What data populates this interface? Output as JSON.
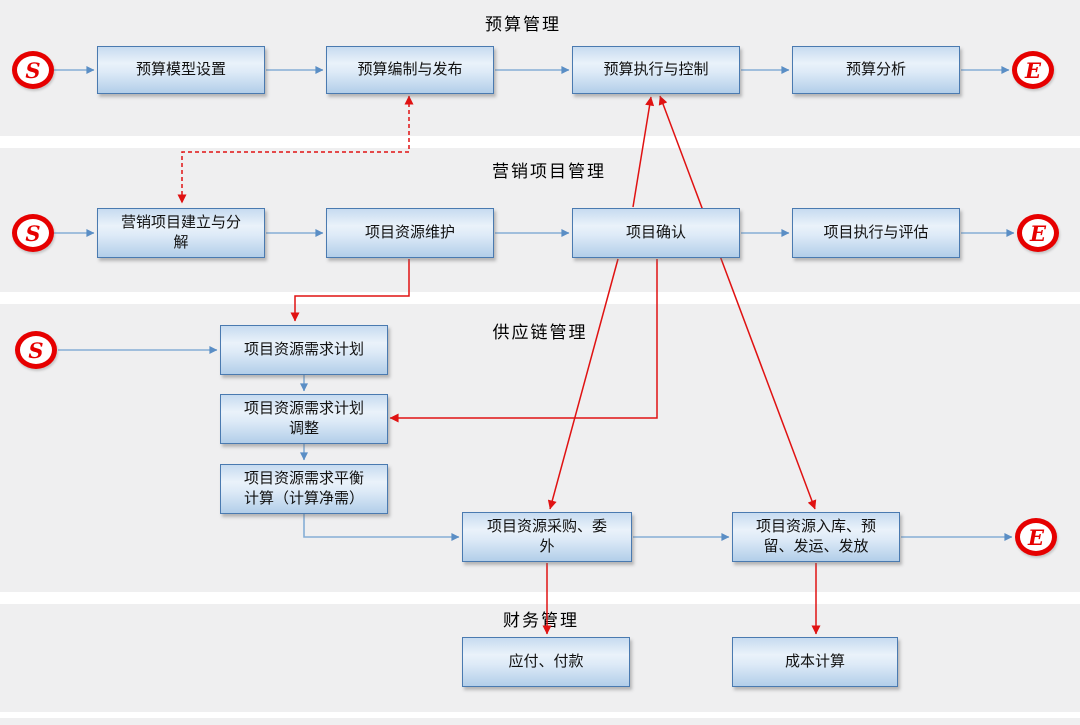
{
  "lanes": [
    {
      "id": "lane-1",
      "title": "预算管理"
    },
    {
      "id": "lane-2",
      "title": "营销项目管理"
    },
    {
      "id": "lane-3",
      "title": "供应链管理"
    },
    {
      "id": "lane-4",
      "title": "财务管理"
    }
  ],
  "terminals": {
    "start_label": "S",
    "end_label": "E"
  },
  "colors": {
    "lane_gray": "#efeff0",
    "flow_blue_line": "#85aed6",
    "flow_blue_arrow": "#5a8ec5",
    "link_red": "#e01212",
    "terminal_red": "#e60000",
    "node_border": "#4a7ab0",
    "node_fill_top": "#c7dbf0",
    "node_fill_bottom": "#b2cee9"
  },
  "diagram": {
    "nodes": {
      "budget_model": {
        "label": "预算模型设置",
        "lane": "预算管理"
      },
      "budget_compile": {
        "label": "预算编制与发布",
        "lane": "预算管理"
      },
      "budget_exec": {
        "label": "预算执行与控制",
        "lane": "预算管理"
      },
      "budget_analysis": {
        "label": "预算分析",
        "lane": "预算管理"
      },
      "mkt_project_create": {
        "label": "营销项目建立与分解",
        "lane": "营销项目管理"
      },
      "project_resource_maint": {
        "label": "项目资源维护",
        "lane": "营销项目管理"
      },
      "project_confirm": {
        "label": "项目确认",
        "lane": "营销项目管理"
      },
      "project_exec_eval": {
        "label": "项目执行与评估",
        "lane": "营销项目管理"
      },
      "res_demand_plan": {
        "label": "项目资源需求计划",
        "lane": "供应链管理"
      },
      "res_demand_adjust": {
        "label": "项目资源需求计划调整",
        "lane": "供应链管理"
      },
      "res_balance_calc": {
        "label": "项目资源需求平衡计算（计算净需）",
        "lane": "供应链管理"
      },
      "res_purchase": {
        "label": "项目资源采购、委外",
        "lane": "供应链管理"
      },
      "res_inbound": {
        "label": "项目资源入库、预留、发运、发放",
        "lane": "供应链管理"
      },
      "payable": {
        "label": "应付、付款",
        "lane": "财务管理"
      },
      "cost_calc": {
        "label": "成本计算",
        "lane": "财务管理"
      }
    },
    "edges": [
      {
        "id": "b1",
        "from": "start-1",
        "to": "budget_model",
        "color": "blue"
      },
      {
        "id": "b2",
        "from": "budget_model",
        "to": "budget_compile",
        "color": "blue"
      },
      {
        "id": "b3",
        "from": "budget_compile",
        "to": "budget_exec",
        "color": "blue"
      },
      {
        "id": "b4",
        "from": "budget_exec",
        "to": "budget_analysis",
        "color": "blue"
      },
      {
        "id": "b5",
        "from": "budget_analysis",
        "to": "end-1",
        "color": "blue"
      },
      {
        "id": "b6",
        "from": "start-2",
        "to": "mkt_project_create",
        "color": "blue"
      },
      {
        "id": "b7",
        "from": "mkt_project_create",
        "to": "project_resource_maint",
        "color": "blue"
      },
      {
        "id": "b8",
        "from": "project_resource_maint",
        "to": "project_confirm",
        "color": "blue"
      },
      {
        "id": "b9",
        "from": "project_confirm",
        "to": "project_exec_eval",
        "color": "blue"
      },
      {
        "id": "b10",
        "from": "project_exec_eval",
        "to": "end-2",
        "color": "blue"
      },
      {
        "id": "b11",
        "from": "start-3",
        "to": "res_demand_plan",
        "color": "blue"
      },
      {
        "id": "b12",
        "from": "res_demand_plan",
        "to": "res_demand_adjust",
        "color": "blue"
      },
      {
        "id": "b13",
        "from": "res_demand_adjust",
        "to": "res_balance_calc",
        "color": "blue"
      },
      {
        "id": "b14",
        "from": "res_balance_calc",
        "to": "res_purchase",
        "color": "blue"
      },
      {
        "id": "b15",
        "from": "res_purchase",
        "to": "res_inbound",
        "color": "blue"
      },
      {
        "id": "b16",
        "from": "res_inbound",
        "to": "end-3",
        "color": "blue"
      },
      {
        "id": "r1",
        "from": "mkt_project_create",
        "to": "budget_compile",
        "color": "red",
        "style": "dashed",
        "bidirectional": true
      },
      {
        "id": "r2",
        "from": "project_resource_maint",
        "to": "res_demand_plan",
        "color": "red"
      },
      {
        "id": "r3",
        "from": "project_confirm",
        "to": "budget_exec",
        "color": "red"
      },
      {
        "id": "r4",
        "from": "project_confirm",
        "to": "res_inbound",
        "color": "red",
        "bidirectional": true,
        "note": "straight line passing behind 项目确认, upper arrowhead points into 预算执行与控制"
      },
      {
        "id": "r5",
        "from": "project_confirm",
        "to": "res_demand_adjust",
        "color": "red"
      },
      {
        "id": "r6",
        "from": "project_confirm",
        "to": "res_purchase",
        "color": "red"
      },
      {
        "id": "r7",
        "from": "res_purchase",
        "to": "payable",
        "color": "red"
      },
      {
        "id": "r8",
        "from": "res_inbound",
        "to": "cost_calc",
        "color": "red"
      }
    ]
  }
}
